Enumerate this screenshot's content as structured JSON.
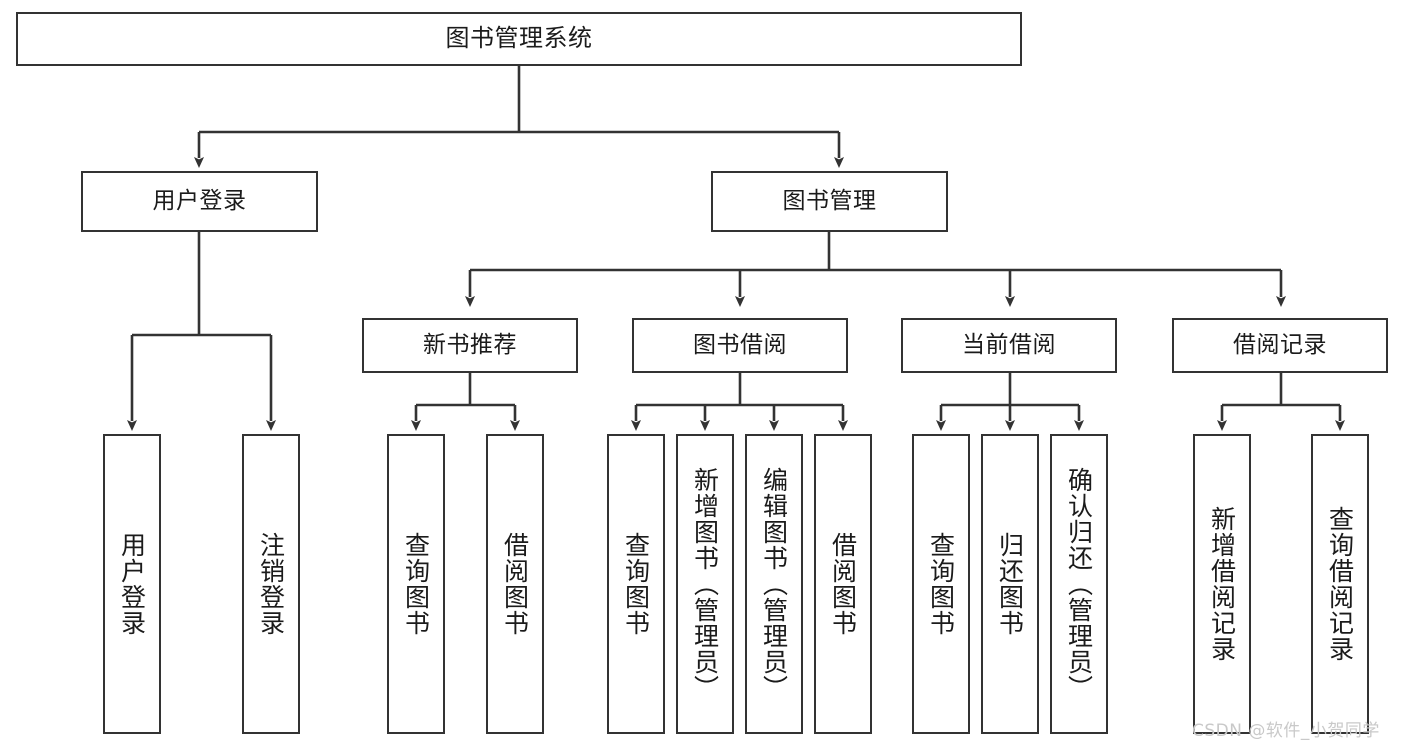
{
  "diagram": {
    "title": "图书管理系统",
    "type": "hierarchy-tree",
    "watermark": "CSDN @软件_小贺同学",
    "colors": {
      "background": "#ffffff",
      "box_border": "#333333",
      "box_fill": "#ffffff",
      "connector": "#333333",
      "text": "#1b1b1b",
      "watermark": "#c9c9c9"
    },
    "root": {
      "label": "图书管理系统"
    },
    "level2": [
      {
        "label": "用户登录"
      },
      {
        "label": "图书管理"
      }
    ],
    "level3": [
      {
        "label": "新书推荐"
      },
      {
        "label": "图书借阅"
      },
      {
        "label": "当前借阅"
      },
      {
        "label": "借阅记录"
      }
    ],
    "leaves": {
      "user_login": [
        {
          "label": "用户登录"
        },
        {
          "label": "注销登录"
        }
      ],
      "new_book_recommend": [
        {
          "label": "查询图书"
        },
        {
          "label": "借阅图书"
        }
      ],
      "book_borrow": [
        {
          "label": "查询图书"
        },
        {
          "label": "新增图书（管理员）"
        },
        {
          "label": "编辑图书（管理员）"
        },
        {
          "label": "借阅图书"
        }
      ],
      "current_borrow": [
        {
          "label": "查询图书"
        },
        {
          "label": "归还图书"
        },
        {
          "label": "确认归还（管理员）"
        }
      ],
      "borrow_records": [
        {
          "label": "新增借阅记录"
        },
        {
          "label": "查询借阅记录"
        }
      ]
    }
  }
}
